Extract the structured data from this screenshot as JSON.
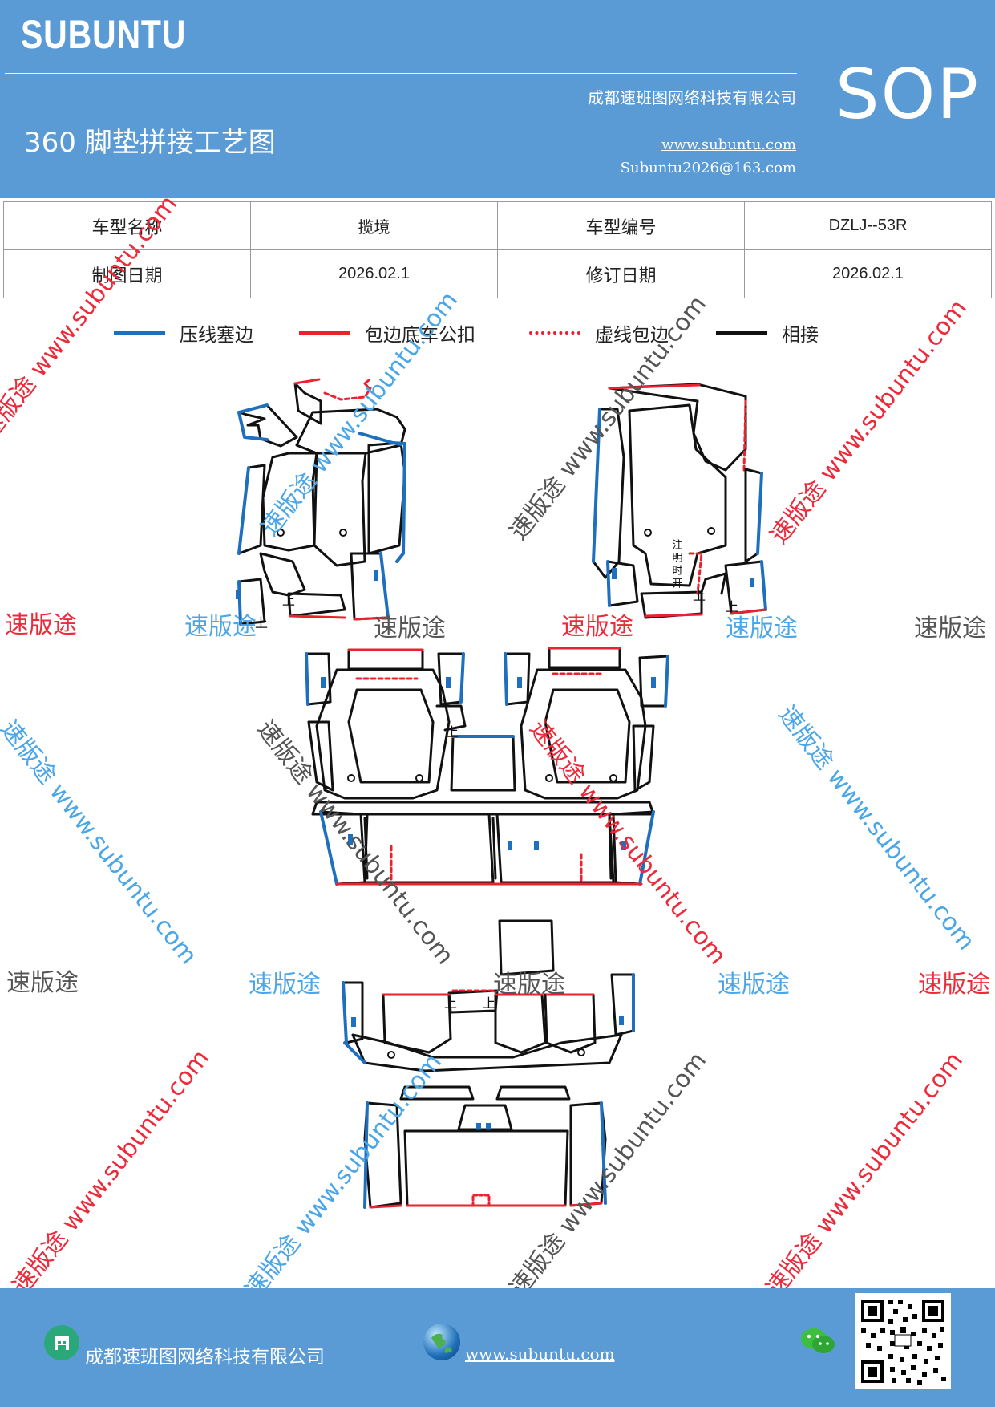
{
  "header": {
    "brand": "SUBUNTU",
    "company": "成都速班图网络科技有限公司",
    "title": "360 脚垫拼接工艺图",
    "website": "www.subuntu.com",
    "email": "Subuntu2026@163.com",
    "badge": "SOP"
  },
  "info_table": {
    "model_name_label": "车型名称",
    "model_name_value": "揽境",
    "model_code_label": "车型编号",
    "model_code_value": "DZLJ--53R",
    "draw_date_label": "制图日期",
    "draw_date_value": "2026.02.1",
    "revise_date_label": "修订日期",
    "revise_date_value": "2026.02.1"
  },
  "legend": [
    {
      "label": "压线塞边",
      "color": "#1f6fbf",
      "style": "solid"
    },
    {
      "label": "包边底车公扣",
      "color": "#e8232f",
      "style": "solid"
    },
    {
      "label": "虚线包边",
      "color": "#e8232f",
      "style": "dotted"
    },
    {
      "label": "相接",
      "color": "#111111",
      "style": "solid"
    }
  ],
  "diagram": {
    "mark_up": "上",
    "note": "注明时开"
  },
  "watermark": {
    "brand_cn": "速版途",
    "site": "www.subuntu.com",
    "diagonal": "速版途 www.subuntu.com"
  },
  "footer": {
    "company": "成都速班图网络科技有限公司",
    "website": "www.subuntu.com",
    "home_icon": "home-icon",
    "globe_icon": "globe-icon",
    "wechat_icon": "wechat-icon",
    "qr_icon": "qr-code"
  }
}
